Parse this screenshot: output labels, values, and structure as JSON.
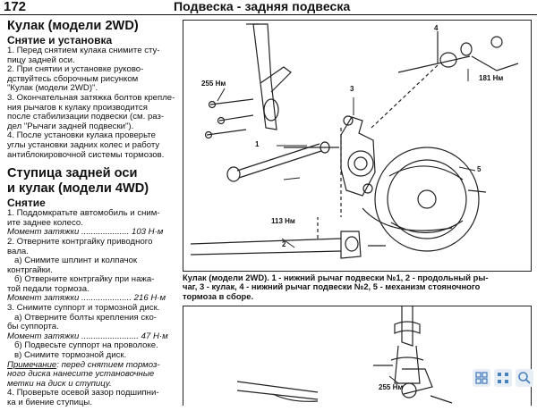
{
  "header": {
    "page_number": "172",
    "section_title": "Подвеска - задняя подвеска"
  },
  "left": {
    "title1": "Кулак (модели 2WD)",
    "sub1": "Снятие и установка",
    "items1": [
      "1. Перед снятием кулака снимите сту-",
      "пицу задней оси.",
      "2. При снятии и установке руково-",
      "дствуйтесь сборочным рисунком",
      "\"Кулак (модели 2WD)\".",
      "3. Окончательная затяжка болтов крепле-",
      "ния рычагов к кулаку производится",
      "после стабилизации подвески (см. раз-",
      "дел \"Рычаги задней подвески\").",
      "4. После установки кулака проверьте",
      "углы установки задних колес и работу",
      "антиблокировочной системы тормозов."
    ],
    "title2a": "Ступица задней оси",
    "title2b": "и кулак (модели 4WD)",
    "sub2": "Снятие",
    "s2_l1": "1. Поддомкратьте автомобиль и сним-",
    "s2_l2": "ите заднее колесо.",
    "torque1": "Момент затяжки .................... 103 Н·м",
    "s2_l3": "2. Отверните контргайку приводного",
    "s2_l4": "вала.",
    "s2_l5": "а) Снимите шплинт и колпачок",
    "s2_l6": "контргайки.",
    "s2_l7": "б) Отверните контргайку при нажа-",
    "s2_l8": "той педали тормоза.",
    "torque2": "Момент затяжки ..................... 216 Н·м",
    "s2_l9": "3. Снимите суппорт и тормозной диск.",
    "s2_l10": "а) Отверните болты крепления ско-",
    "s2_l11": "бы суппорта.",
    "torque3": "Момент затяжки ........................ 47 Н·м",
    "s2_l12": "б) Подвесьте суппорт на проволоке.",
    "s2_l13": "в) Снимите тормозной диск.",
    "note_label": "Примечание",
    "note_l1": ": перед снятием тормоз-",
    "note_l2": "ного диска нанесите установочные",
    "note_l3": "метки на диск и ступицу.",
    "s2_l14": "4. Проверьте осевой зазор подшипни-",
    "s2_l15": "ка и биение ступицы."
  },
  "figure1": {
    "labels": {
      "n255": "255 Нм",
      "n181": "181 Нм",
      "n113": "113 Нм",
      "c1": "1",
      "c2": "2",
      "c3": "3",
      "c4": "4",
      "c5": "5"
    }
  },
  "caption": {
    "l1": "Кулак (модели 2WD). 1 - нижний рычаг подвески №1, 2 - продольный ры-",
    "l2": "чаг, 3 - кулак, 4 - нижний рычаг подвески №2, 5 - механизм стояночного",
    "l3": "тормоза в сборе."
  },
  "figure2": {
    "labels": {
      "n255b": "255 Нм"
    }
  }
}
